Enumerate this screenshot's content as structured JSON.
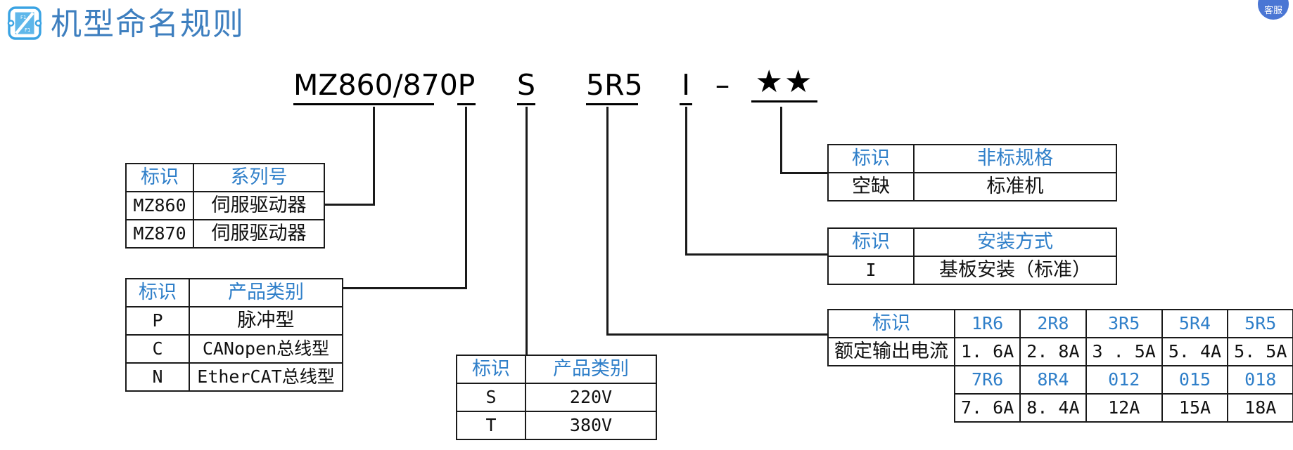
{
  "header": {
    "title": "机型命名规则",
    "logo_icon": "servo-drive-logo-icon",
    "badge_icon": "chat-badge-icon",
    "badge_label": "客服"
  },
  "colors": {
    "accent": "#2f7fc9",
    "title": "#3e7fbf",
    "line": "#1a1a1a",
    "badge": "#4a76d4"
  },
  "code_line": {
    "segments": [
      {
        "text": "MZ860/870",
        "name": "code-series"
      },
      {
        "text": "P",
        "name": "code-product-type"
      },
      {
        "text": "S",
        "name": "code-voltage"
      },
      {
        "text": "5R5",
        "name": "code-current"
      },
      {
        "text": "I",
        "name": "code-mounting"
      },
      {
        "text": "–",
        "name": "code-dash"
      },
      {
        "text": "★★",
        "name": "code-nonstandard-stars"
      }
    ]
  },
  "tables": {
    "series": {
      "name": "series-table",
      "headers": [
        "标识",
        "系列号"
      ],
      "rows": [
        [
          "MZ860",
          "伺服驱动器"
        ],
        [
          "MZ870",
          "伺服驱动器"
        ]
      ]
    },
    "product_type": {
      "name": "product-type-table",
      "headers": [
        "标识",
        "产品类别"
      ],
      "rows": [
        [
          "P",
          "脉冲型"
        ],
        [
          "C",
          "CANopen总线型"
        ],
        [
          "N",
          "EtherCAT总线型"
        ]
      ]
    },
    "voltage": {
      "name": "voltage-table",
      "headers": [
        "标识",
        "产品类别"
      ],
      "rows": [
        [
          "S",
          "220V"
        ],
        [
          "T",
          "380V"
        ]
      ]
    },
    "nonstandard": {
      "name": "nonstandard-spec-table",
      "headers": [
        "标识",
        "非标规格"
      ],
      "rows": [
        [
          "空缺",
          "标准机"
        ]
      ]
    },
    "mounting": {
      "name": "mounting-method-table",
      "headers": [
        "标识",
        "安装方式"
      ],
      "rows": [
        [
          "I",
          "基板安装（标准）"
        ]
      ]
    },
    "current": {
      "name": "rated-output-current-table",
      "label_header": "标识",
      "label_value": "额定输出电流",
      "codes_row1": [
        "1R6",
        "2R8",
        "3R5",
        "5R4",
        "5R5"
      ],
      "values_row1": [
        "1. 6A",
        "2. 8A",
        "3 . 5A",
        "5. 4A",
        "5. 5A"
      ],
      "codes_row2": [
        "7R6",
        "8R4",
        "012",
        "015",
        "018"
      ],
      "values_row2": [
        "7. 6A",
        "8. 4A",
        "12A",
        "15A",
        "18A"
      ]
    }
  }
}
